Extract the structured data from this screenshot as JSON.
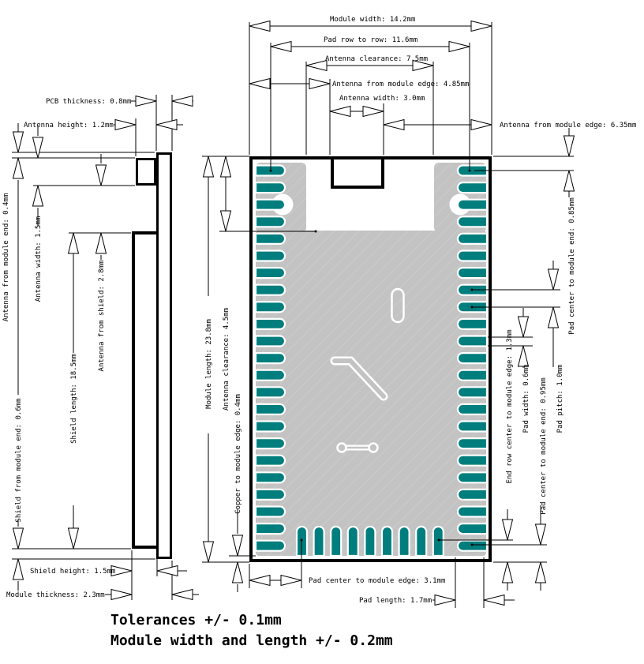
{
  "title": "Module mechanical drawing",
  "labels": {
    "module_width": "Module width: 14.2mm",
    "pad_row_to_row": "Pad row to row: 11.6mm",
    "antenna_clearance_h": "Antenna clearance: 7.5mm",
    "antenna_from_module_edge_left": "Antenna from module edge: 4.85mm",
    "antenna_width_top": "Antenna width: 3.0mm",
    "antenna_from_module_edge_right": "Antenna from module edge: 6.35mm",
    "pcb_thickness": "PCB thickness: 0.8mm",
    "antenna_height": "Antenna height: 1.2mm",
    "antenna_from_module_end": "Antenna from module end: 0.4mm",
    "antenna_width_side": "Antenna width: 1.5mm",
    "antenna_from_shield": "Antenna from shield: 2.8mm",
    "shield_length": "Shield length: 18.5mm",
    "shield_from_module_end": "Shield from module end: 0.6mm",
    "shield_height": "Shield height: 1.5mm",
    "module_thickness": "Module thickness: 2.3mm",
    "module_length": "Module length: 23.8mm",
    "antenna_clearance_v": "Antenna clearance: 4.5mm",
    "copper_to_module_edge": "Copper to module edge: 0.4mm",
    "pad_center_to_module_end_top": "Pad center to module end: 0.85mm",
    "pad_pitch": "Pad pitch: 1.0mm",
    "pad_width": "Pad width: 0.6mm",
    "pad_center_to_module_end_bottom": "Pad center to module end: 0.95mm",
    "end_row_center_to_module_edge": "End row center to module edge: 1.3mm",
    "pad_center_to_module_edge": "Pad center to module edge: 3.1mm",
    "pad_length": "Pad length: 1.7mm"
  },
  "notes": {
    "tolerance_general": "Tolerances +/- 0.1mm",
    "tolerance_module": "Module width and length +/- 0.2mm"
  },
  "colors": {
    "pad_teal": "#007d7d",
    "copper_gray": "#c3c3c3",
    "copper_hatch": "#cdcdcd",
    "line": "#000000",
    "background": "#ffffff"
  },
  "pcb": {
    "side_pad_count": 23,
    "bottom_pad_count": 9,
    "pad_pitch_mm": 1.0,
    "pad_width_mm": 0.6,
    "pad_length_mm": 1.7
  }
}
